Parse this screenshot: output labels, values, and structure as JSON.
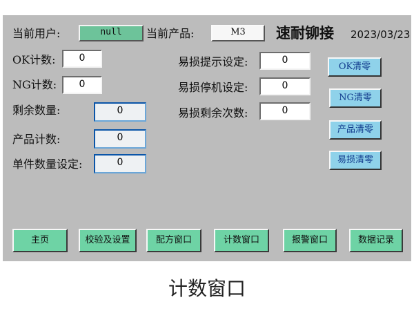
{
  "header": {
    "user_label": "当前用户:",
    "user_value": "null",
    "product_label": "当前产品:",
    "product_value": "M3",
    "brand": "速耐铆接",
    "date": "2023/03/23"
  },
  "counters": {
    "ok_label": "OK计数:",
    "ok_value": "0",
    "ng_label": "NG计数:",
    "ng_value": "0",
    "remaining_label": "剩余数量:",
    "remaining_value": "0",
    "product_count_label": "产品计数:",
    "product_count_value": "0",
    "unit_qty_label": "单件数量设定:",
    "unit_qty_value": "0"
  },
  "wear": {
    "prompt_label": "易损提示设定:",
    "prompt_value": "0",
    "stop_label": "易损停机设定:",
    "stop_value": "0",
    "remaining_label": "易损剩余次数:",
    "remaining_value": "0"
  },
  "clear_buttons": {
    "ok_clear": "OK清零",
    "ng_clear": "NG清零",
    "product_clear": "产品清零",
    "wear_clear": "易损清零"
  },
  "nav": {
    "home": "主页",
    "calibration": "校验及设置",
    "recipe": "配方窗口",
    "count": "计数窗口",
    "alarm": "报警窗口",
    "data_log": "数据记录"
  },
  "caption": "计数窗口"
}
